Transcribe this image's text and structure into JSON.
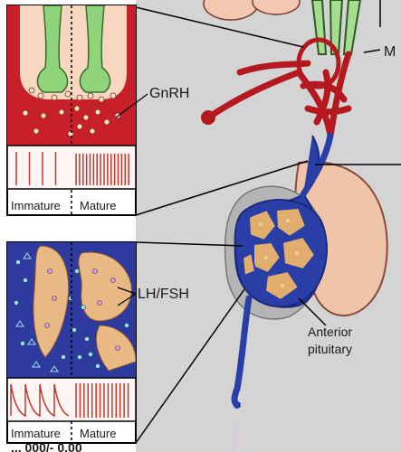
{
  "labels": {
    "gnrh": "GnRH",
    "lhfsh": "LH/FSH",
    "immature": "Immature",
    "mature": "Mature",
    "immature_2": "Immature",
    "mature_2": "Mature",
    "m_partial": "M",
    "anterior": "Anterior",
    "pituitary": "pituitary",
    "cut_text": "... 000/- 0.00"
  },
  "colors": {
    "hypothalamus_red": "#c8202a",
    "vessel_red": "#b3191f",
    "portal_blue": "#2a3ea8",
    "cell_tan": "#e8b985",
    "pituitary_skin": "#efc3a6",
    "posterior_gray": "#b9b9b9",
    "neuron_green": "#8fd37a",
    "pulse_red": "#c0392b",
    "panel_bg_top": "#ffffff",
    "blue_panel": "#2e3a9e"
  },
  "pulses": {
    "gnrh_immature_count": 4,
    "gnrh_mature_count": 16,
    "lh_immature_count": 4,
    "lh_mature_count": 14
  }
}
